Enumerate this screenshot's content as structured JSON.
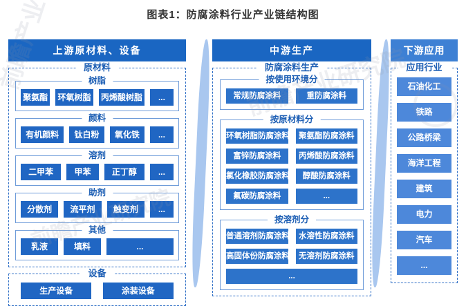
{
  "title": "图表1：防腐涂料行业产业链结构图",
  "watermark": {
    "text": "前瞻产业研究院"
  },
  "colors": {
    "header_blue": "#1a66c2",
    "item_blue": "#2066c3",
    "mid_item_blue": "#2d73ca",
    "right_header_blue": "#3d80d4",
    "right_item_blue": "#4d88da",
    "dash_border": "#2f6fc6",
    "group_border": "#6f9cd9",
    "label_blue": "#1c5eb4",
    "divider_blue": "#a9c7ef",
    "title_color": "#333333"
  },
  "columns": {
    "upstream": {
      "header": "上游原材料、设备",
      "sections": [
        {
          "label": "原材料",
          "groups": [
            {
              "label": "树脂",
              "layout": "row",
              "items": [
                "聚氨酯",
                "环氧树脂",
                "丙烯酸树脂",
                "..."
              ]
            },
            {
              "label": "颜料",
              "layout": "row",
              "items": [
                "有机颜料",
                "钛白粉",
                "氧化铁",
                "..."
              ]
            },
            {
              "label": "溶剂",
              "layout": "row",
              "items": [
                "二甲苯",
                "甲苯",
                "正丁醇",
                "..."
              ]
            },
            {
              "label": "助剂",
              "layout": "row",
              "items": [
                "分散剂",
                "流平剂",
                "触变剂",
                "..."
              ]
            },
            {
              "label": "其他",
              "layout": "row-other",
              "items": [
                "乳液",
                "填料",
                "..."
              ]
            }
          ]
        },
        {
          "label": "设备",
          "groups": [
            {
              "label": null,
              "layout": "row-equip",
              "items": [
                "生产设备",
                "涂装设备"
              ]
            }
          ]
        }
      ]
    },
    "midstream": {
      "header": "中游生产",
      "sections": [
        {
          "label": "防腐涂料生产",
          "groups": [
            {
              "label": "按使用环境分",
              "layout": "grid2",
              "items": [
                "常规防腐涂料",
                "重防腐涂料"
              ]
            },
            {
              "label": "按原材料分",
              "layout": "grid2",
              "items": [
                "环氧树脂防腐涂料",
                "聚氨酯防腐涂料",
                "富锌防腐涂料",
                "丙烯酸防腐涂料",
                "氯化橡胶防腐涂料",
                "醇酸防腐涂料",
                "氟碳防腐涂料",
                "..."
              ]
            },
            {
              "label": "按溶剂分",
              "layout": "grid2",
              "items": [
                "普通溶剂防腐涂料",
                "水溶性防腐涂料",
                "高固体份防腐涂料",
                "无溶剂防腐涂料",
                "..."
              ]
            }
          ]
        }
      ]
    },
    "downstream": {
      "header": "下游应用",
      "sections": [
        {
          "label": "应用行业",
          "groups": [
            {
              "label": null,
              "layout": "stack",
              "items": [
                "石油化工",
                "铁路",
                "公路桥梁",
                "海洋工程",
                "建筑",
                "电力",
                "汽车",
                "..."
              ]
            }
          ]
        }
      ]
    }
  }
}
